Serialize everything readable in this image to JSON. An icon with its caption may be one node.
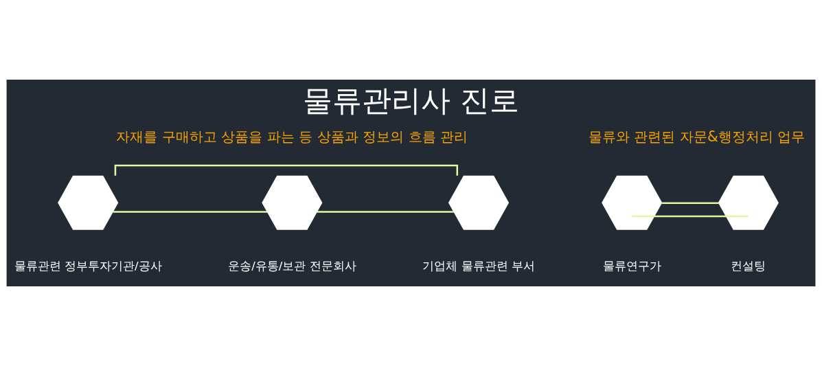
{
  "diagram": {
    "title": "물류관리사 진로",
    "nodes": [
      {
        "text": [],
        "shape": "hexagon",
        "beside": [
          "물류관련 정부투자기관/공사"
        ]
      },
      {
        "text": [],
        "shape": "hexagon",
        "beside": [
          "운송/유통/보관 전문회사"
        ]
      },
      {
        "text": [],
        "shape": "hexagon",
        "beside": [
          "기업체 물류관련 부서"
        ]
      },
      {
        "text": [],
        "shape": "hexagon",
        "beside": [
          "물류연구가"
        ]
      },
      {
        "text": [],
        "shape": "hexagon",
        "beside": [
          "컨설팅"
        ]
      }
    ],
    "edges": [
      {
        "from": 0,
        "to": 2,
        "arrow": "none"
      },
      {
        "from": 0,
        "to": 1,
        "arrow": "none"
      },
      {
        "from": 1,
        "to": 2,
        "arrow": "none"
      },
      {
        "from": 3,
        "to": 4,
        "arrow": "none"
      },
      {
        "from": 3,
        "to": 4,
        "arrow": "none"
      }
    ],
    "labels": [
      "자재를 구매하고 상품을 파는 등 상품과 정보의 흐름 관리",
      "물류와 관련된 자문&행정처리 업무"
    ]
  }
}
